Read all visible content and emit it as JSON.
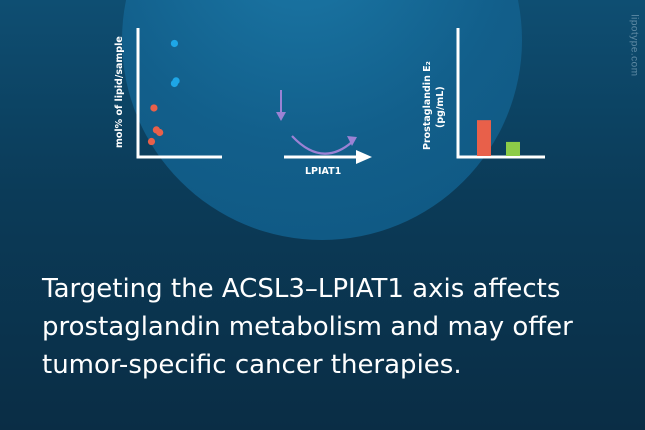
{
  "watermark": "lipotype.com",
  "left_chart": {
    "ylabel": "mol% of lipid/sample",
    "points": [
      {
        "group": "blue",
        "x": 0.42,
        "y": 0.88
      },
      {
        "group": "blue",
        "x": 0.42,
        "y": 0.57
      },
      {
        "group": "blue",
        "x": 0.44,
        "y": 0.59
      },
      {
        "group": "red",
        "x": 0.17,
        "y": 0.38
      },
      {
        "group": "red",
        "x": 0.2,
        "y": 0.21
      },
      {
        "group": "red",
        "x": 0.24,
        "y": 0.19
      },
      {
        "group": "red",
        "x": 0.14,
        "y": 0.12
      }
    ]
  },
  "arrow_label": "LPIAT1",
  "right_chart": {
    "ylabel_line1": "Prostaglandin E₂",
    "ylabel_line2": "(pg/mL)",
    "bars": [
      {
        "color": "#e8604a",
        "value": 0.28
      },
      {
        "color": "#8ccc48",
        "value": 0.11
      }
    ]
  },
  "colors": {
    "blue": "#1ea6e6",
    "red": "#e8604a",
    "green": "#8ccc48",
    "arrow": "#9b82d4"
  },
  "caption": {
    "line1": "Targeting the ACSL3–LPIAT1 axis affects",
    "line2": "prostaglandin metabolism and may offer",
    "line3": "tumor-specific cancer therapies."
  }
}
